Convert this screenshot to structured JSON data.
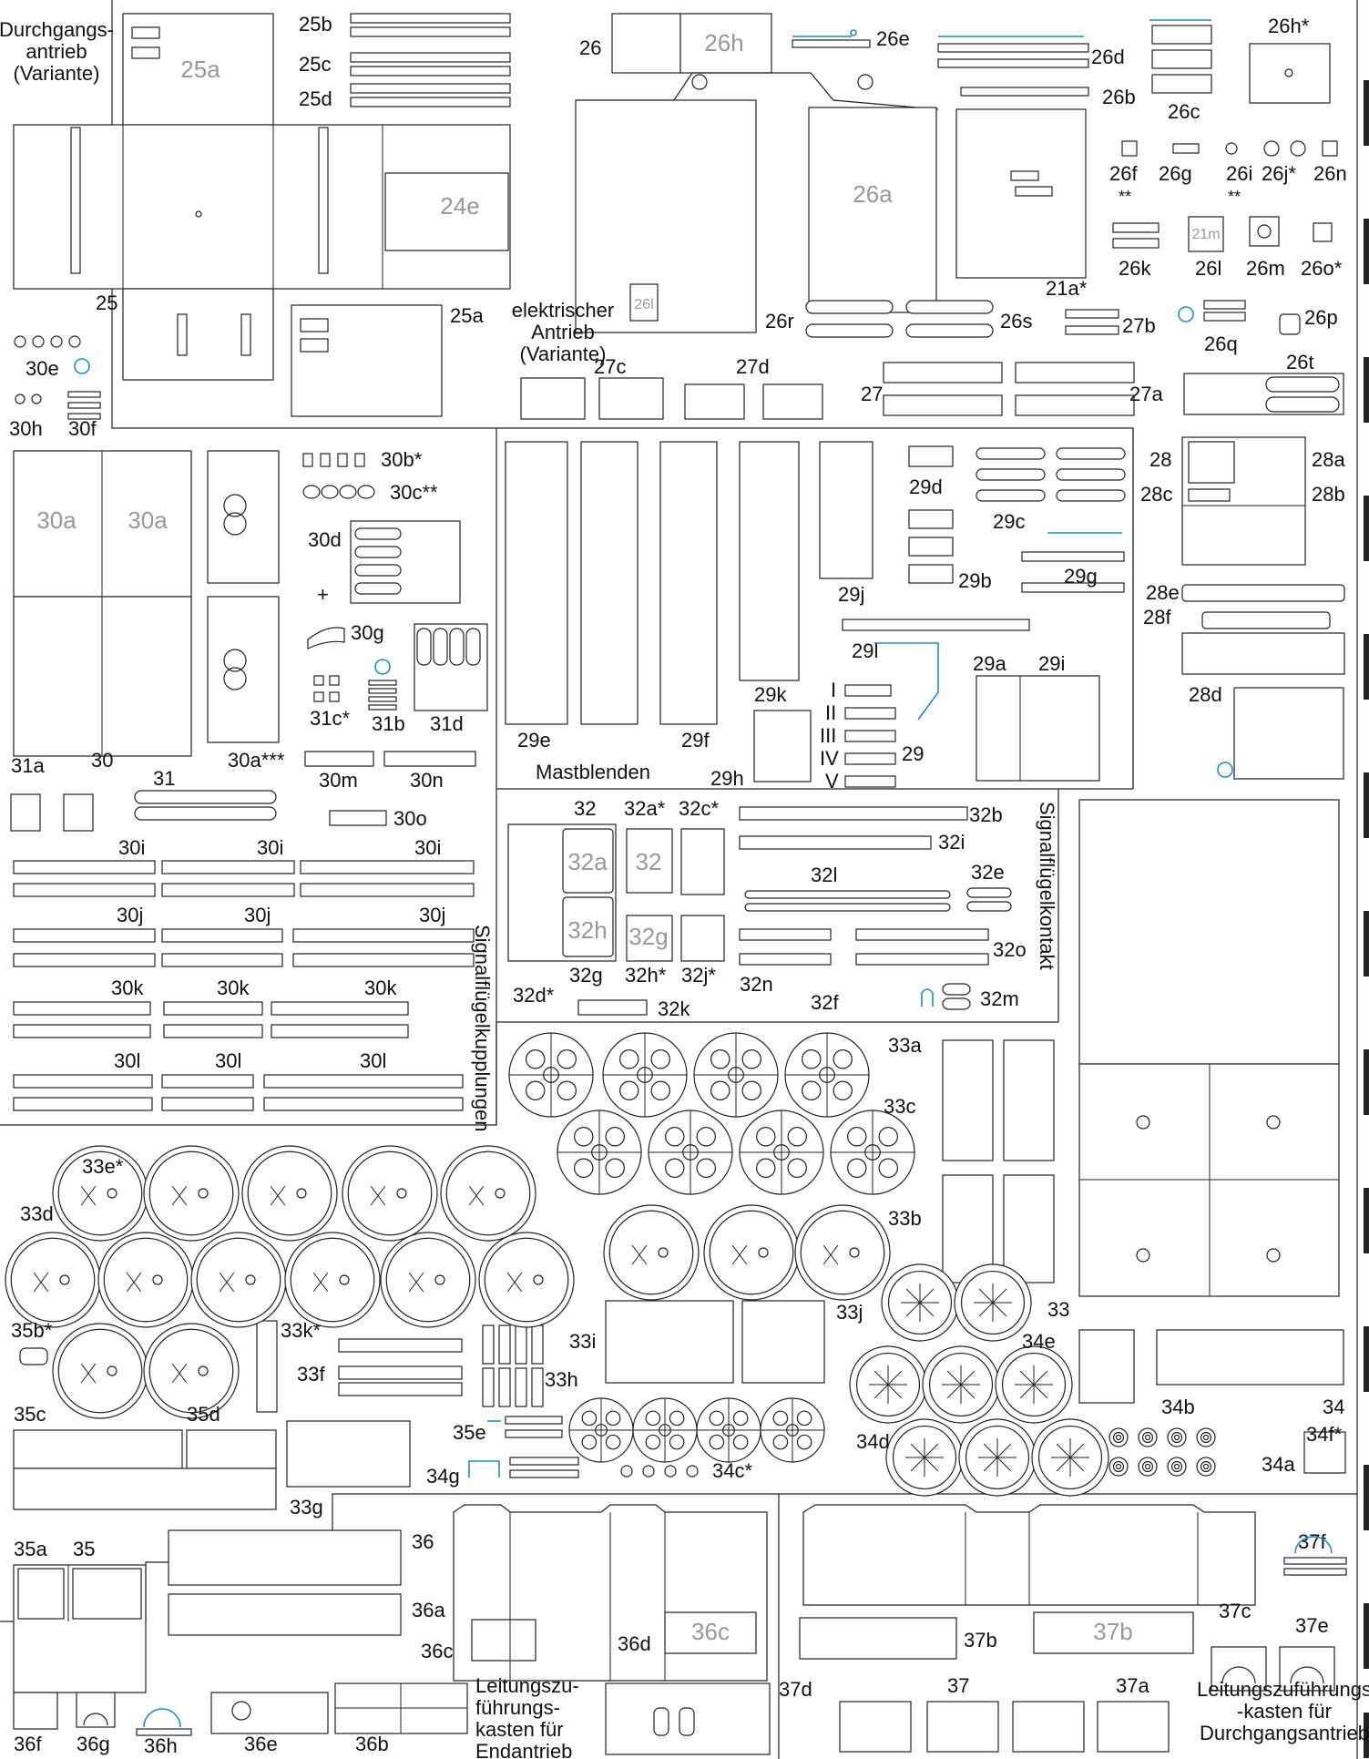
{
  "sheet": {
    "accent_color": "#1a8fd0",
    "line_color": "#222222",
    "registration_marks": 13
  },
  "texts": {
    "durchgangsantrieb": [
      "Durchgangs-",
      "antrieb",
      "(Variante)"
    ],
    "elektrischer": [
      "elektrischer",
      "Antrieb",
      "(Variante)"
    ],
    "mastblenden": "Mastblenden",
    "signalfluegelkupplungen": "Signalflügelkupplungen",
    "signalfluegelkontakt": "Signalflügelkontakt",
    "leitung_end": [
      "Leitungszu-",
      "führungs-",
      "kasten für",
      "Endantrieb"
    ],
    "leitung_durch": [
      "Leitungszuführungs",
      "-kasten für",
      "Durchgangsantrieb"
    ],
    "roman": [
      "I",
      "II",
      "III",
      "IV",
      "V"
    ]
  },
  "labels": {
    "l25a_top": "25a",
    "l25a_bot": "25a",
    "l25b": "25b",
    "l25c": "25c",
    "l25d": "25d",
    "l25": "25",
    "l24e": "24e",
    "l26": "26",
    "l26h": "26h",
    "l26e": "26e",
    "l26d": "26d",
    "l26b": "26b",
    "l26c": "26c",
    "l26hs": "26h*",
    "l26a": "26a",
    "l26l_g": "26l",
    "l26f": "26f",
    "l26g": "26g",
    "l26i": "26i",
    "l26js": "26j*",
    "l26n": "26n",
    "l26k": "26k",
    "l26l": "26l",
    "l21m": "21m",
    "l26m": "26m",
    "l26os": "26o*",
    "l21as": "21a*",
    "l26r": "26r",
    "l26s": "26s",
    "l27b": "27b",
    "l26q": "26q",
    "l26p": "26p",
    "l26t": "26t",
    "l27c": "27c",
    "l27d": "27d",
    "l27": "27",
    "l27a": "27a",
    "l30e": "30e",
    "l30h": "30h",
    "l30f": "30f",
    "l30a1": "30a",
    "l30a2": "30a",
    "l30abs": "30a***",
    "l30bs": "30b*",
    "l30css": "30c**",
    "l30d": "30d",
    "l30g": "30g",
    "l31cs": "31c*",
    "l31b": "31b",
    "l31d": "31d",
    "l30m": "30m",
    "l30n": "30n",
    "l30o": "30o",
    "l31a": "31a",
    "l30": "30",
    "l31": "31",
    "l29d": "29d",
    "l29c": "29c",
    "l29b": "29b",
    "l29g": "29g",
    "l29j": "29j",
    "l29l": "29l",
    "l29a": "29a",
    "l29i": "29i",
    "l29k": "29k",
    "l29e": "29e",
    "l29f": "29f",
    "l29h": "29h",
    "l29": "29",
    "l28": "28",
    "l28a": "28a",
    "l28c": "28c",
    "l28b": "28b",
    "l28e": "28e",
    "l28f": "28f",
    "l28d": "28d",
    "l32": "32",
    "l32as": "32a*",
    "l32cs": "32c*",
    "l32a_g": "32a",
    "l32_g": "32",
    "l32h_g": "32h",
    "l32g_g": "32g",
    "l32ds": "32d*",
    "l32g": "32g",
    "l32hs": "32h*",
    "l32js": "32j*",
    "l32k": "32k",
    "l32b": "32b",
    "l32i": "32i",
    "l32l": "32l",
    "l32e": "32e",
    "l32o": "32o",
    "l32n": "32n",
    "l32f": "32f",
    "l32m": "32m",
    "l33a": "33a",
    "l33c": "33c",
    "l33b": "33b",
    "l33": "33",
    "l33es": "33e*",
    "l33d": "33d",
    "l35bs": "35b*",
    "l33ks": "33k*",
    "l33f": "33f",
    "l33h": "33h",
    "l33i": "33i",
    "l33j": "33j",
    "l34e": "34e",
    "l34b": "34b",
    "l34": "34",
    "l34d": "34d",
    "l34fs": "34f*",
    "l34a": "34a",
    "l34cs": "34c*",
    "l35e": "35e",
    "l34g": "34g",
    "l35c": "35c",
    "l35d": "35d",
    "l33g": "33g",
    "l35a": "35a",
    "l35": "35",
    "l36": "36",
    "l36a": "36a",
    "l36c": "36c",
    "l36d": "36d",
    "l36c_g": "36c",
    "l37b": "37b",
    "l37b_g": "37b",
    "l37c": "37c",
    "l37f": "37f",
    "l37e": "37e",
    "l37d": "37d",
    "l37": "37",
    "l37a": "37a",
    "l36f": "36f",
    "l36g": "36g",
    "l36h": "36h",
    "l36e": "36e",
    "l36b": "36b"
  }
}
